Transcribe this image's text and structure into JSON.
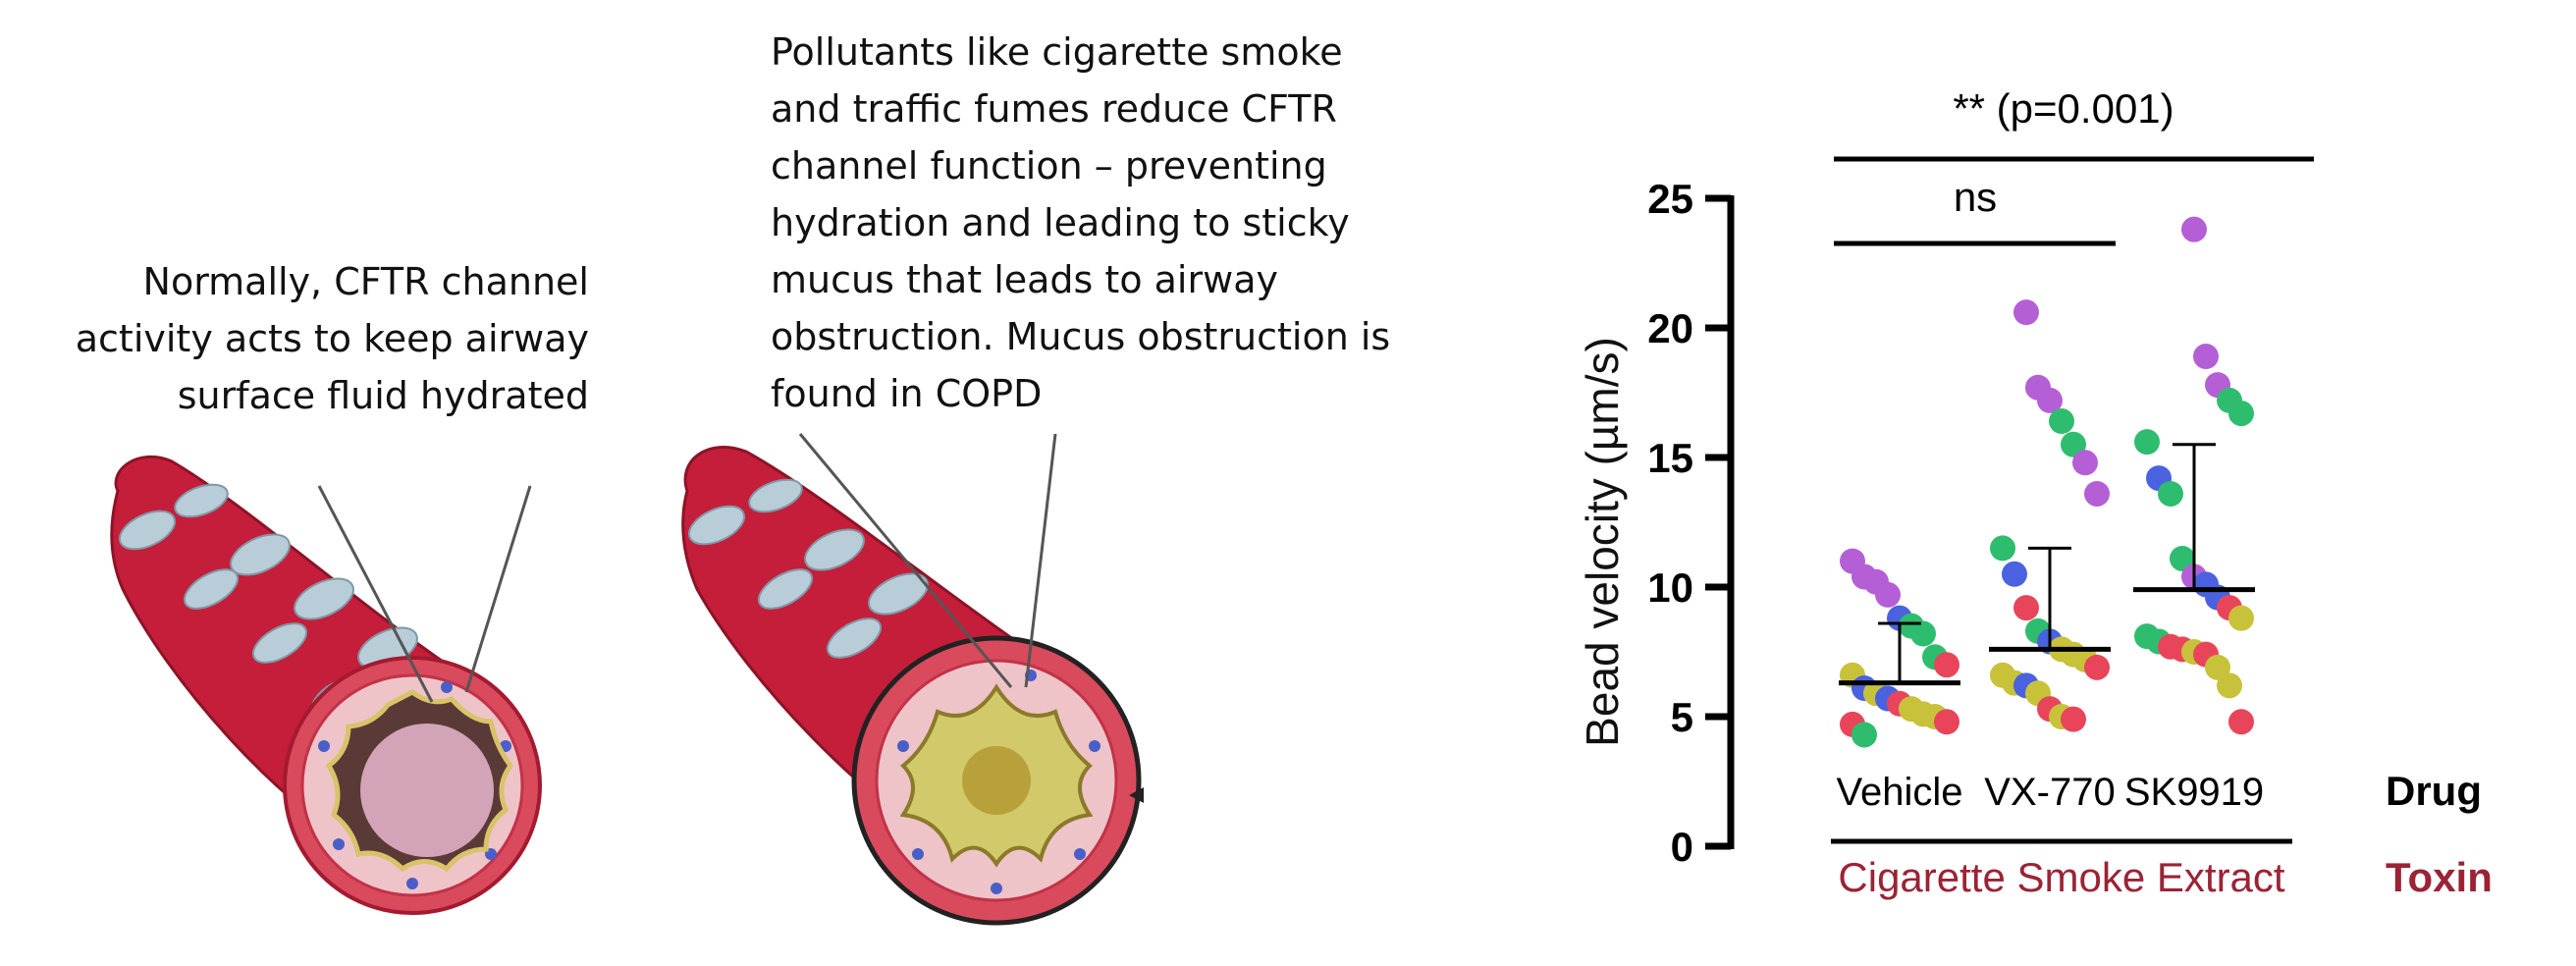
{
  "captions": {
    "normal": "Normally, CFTR channel\nactivity acts to keep airway\nsurface fluid hydrated",
    "copd": "Pollutants like cigarette smoke\nand traffic fumes reduce CFTR\nchannel function – preventing\nhydration and leading to sticky\nmucus that leads to airway\nobstruction. Mucus obstruction is\nfound in COPD"
  },
  "colors": {
    "airway_red": "#c41e3a",
    "cilia_blue": "#b9cdd8",
    "lumen_pink": "#f2c6d6",
    "mucus_gold": "#b8a13a",
    "toxin_red": "#9b2335",
    "purple": "#b45fd6",
    "green": "#2ebd6e",
    "blue": "#4a62e0",
    "red": "#e8455a",
    "yellow": "#c8c23a"
  },
  "chart_data": {
    "type": "scatter",
    "ylabel": "Bead velocity (µm/s)",
    "ylim": [
      0,
      25
    ],
    "yticks": [
      0,
      5,
      10,
      15,
      20,
      25
    ],
    "categories": [
      "Vehicle",
      "VX-770",
      "SK9919"
    ],
    "group_label": "Drug",
    "condition_label": "Cigarette Smoke Extract",
    "condition_group_label": "Toxin",
    "medians": [
      6.3,
      7.6,
      9.9
    ],
    "error_upper": [
      8.6,
      11.5,
      15.5
    ],
    "significance": [
      {
        "from": "Vehicle",
        "to": "SK9919",
        "label": "** (p=0.001)"
      },
      {
        "from": "Vehicle",
        "to": "VX-770",
        "label": "ns"
      }
    ],
    "points": [
      [
        {
          "v": 11.0,
          "c": "purple"
        },
        {
          "v": 10.4,
          "c": "purple"
        },
        {
          "v": 10.2,
          "c": "purple"
        },
        {
          "v": 9.7,
          "c": "purple"
        },
        {
          "v": 8.8,
          "c": "blue"
        },
        {
          "v": 8.5,
          "c": "green"
        },
        {
          "v": 8.2,
          "c": "green"
        },
        {
          "v": 7.3,
          "c": "green"
        },
        {
          "v": 7.0,
          "c": "red"
        },
        {
          "v": 6.6,
          "c": "yellow"
        },
        {
          "v": 6.1,
          "c": "blue"
        },
        {
          "v": 5.9,
          "c": "yellow"
        },
        {
          "v": 5.7,
          "c": "blue"
        },
        {
          "v": 5.5,
          "c": "red"
        },
        {
          "v": 5.3,
          "c": "yellow"
        },
        {
          "v": 5.1,
          "c": "yellow"
        },
        {
          "v": 5.0,
          "c": "yellow"
        },
        {
          "v": 4.8,
          "c": "red"
        },
        {
          "v": 4.7,
          "c": "red"
        },
        {
          "v": 4.3,
          "c": "green"
        }
      ],
      [
        {
          "v": 20.6,
          "c": "purple"
        },
        {
          "v": 17.7,
          "c": "purple"
        },
        {
          "v": 17.2,
          "c": "purple"
        },
        {
          "v": 16.4,
          "c": "green"
        },
        {
          "v": 15.5,
          "c": "green"
        },
        {
          "v": 14.8,
          "c": "purple"
        },
        {
          "v": 13.6,
          "c": "purple"
        },
        {
          "v": 11.5,
          "c": "green"
        },
        {
          "v": 10.5,
          "c": "blue"
        },
        {
          "v": 9.2,
          "c": "red"
        },
        {
          "v": 8.3,
          "c": "green"
        },
        {
          "v": 7.9,
          "c": "blue"
        },
        {
          "v": 7.6,
          "c": "yellow"
        },
        {
          "v": 7.4,
          "c": "yellow"
        },
        {
          "v": 7.2,
          "c": "yellow"
        },
        {
          "v": 6.9,
          "c": "red"
        },
        {
          "v": 6.6,
          "c": "yellow"
        },
        {
          "v": 6.3,
          "c": "yellow"
        },
        {
          "v": 6.2,
          "c": "blue"
        },
        {
          "v": 5.9,
          "c": "yellow"
        },
        {
          "v": 5.3,
          "c": "red"
        },
        {
          "v": 5.0,
          "c": "yellow"
        },
        {
          "v": 4.9,
          "c": "red"
        }
      ],
      [
        {
          "v": 23.8,
          "c": "purple"
        },
        {
          "v": 18.9,
          "c": "purple"
        },
        {
          "v": 17.8,
          "c": "purple"
        },
        {
          "v": 17.2,
          "c": "green"
        },
        {
          "v": 16.7,
          "c": "green"
        },
        {
          "v": 15.6,
          "c": "green"
        },
        {
          "v": 14.2,
          "c": "blue"
        },
        {
          "v": 13.6,
          "c": "green"
        },
        {
          "v": 11.1,
          "c": "green"
        },
        {
          "v": 10.4,
          "c": "purple"
        },
        {
          "v": 10.1,
          "c": "blue"
        },
        {
          "v": 9.6,
          "c": "blue"
        },
        {
          "v": 9.2,
          "c": "red"
        },
        {
          "v": 8.8,
          "c": "yellow"
        },
        {
          "v": 8.1,
          "c": "green"
        },
        {
          "v": 7.9,
          "c": "green"
        },
        {
          "v": 7.7,
          "c": "red"
        },
        {
          "v": 7.6,
          "c": "red"
        },
        {
          "v": 7.5,
          "c": "yellow"
        },
        {
          "v": 7.4,
          "c": "red"
        },
        {
          "v": 6.9,
          "c": "yellow"
        },
        {
          "v": 6.2,
          "c": "yellow"
        },
        {
          "v": 4.8,
          "c": "red"
        }
      ]
    ]
  }
}
